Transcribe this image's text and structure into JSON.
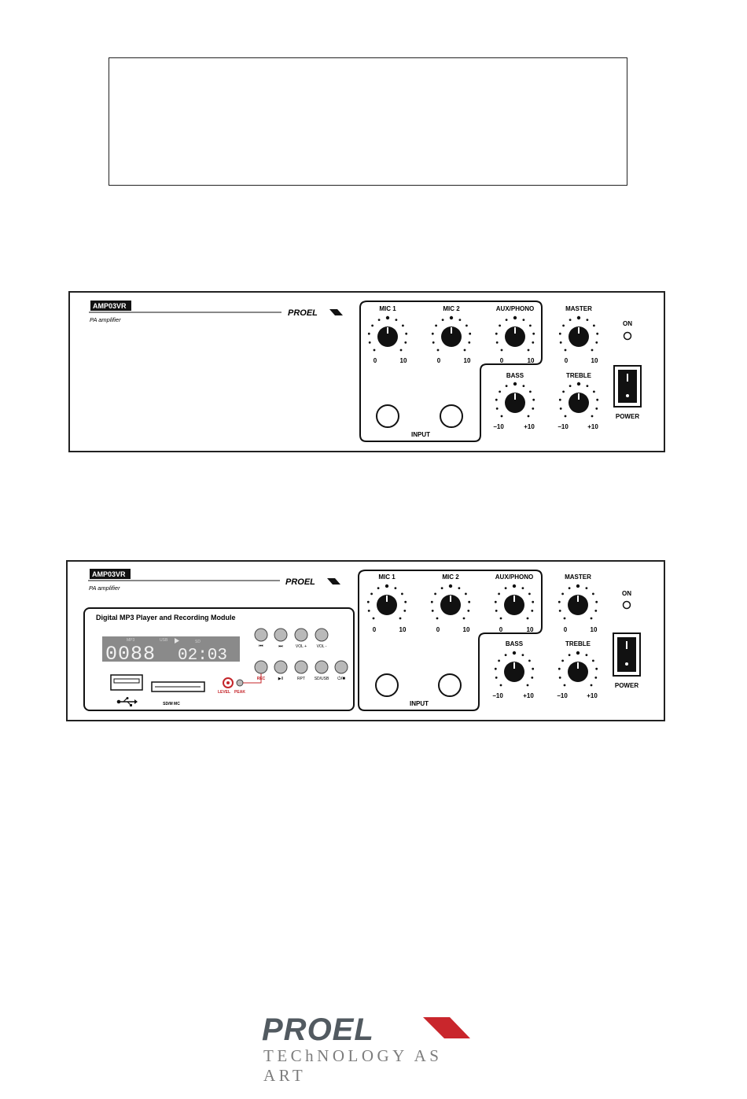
{
  "panels": [
    {
      "model": "AMP03VR",
      "subtitle": "PA amplifier",
      "brand": "PROEL",
      "channels": [
        {
          "label": "MIC 1",
          "min": "0",
          "max": "10"
        },
        {
          "label": "MIC 2",
          "min": "0",
          "max": "10"
        },
        {
          "label": "AUX/PHONO",
          "min": "0",
          "max": "10"
        },
        {
          "label": "MASTER",
          "min": "0",
          "max": "10"
        }
      ],
      "tone": [
        {
          "label": "BASS",
          "min": "−10",
          "max": "+10"
        },
        {
          "label": "TREBLE",
          "min": "−10",
          "max": "+10"
        }
      ],
      "input_label": "INPUT",
      "on_label": "ON",
      "power_label": "POWER"
    },
    {
      "model": "AMP03VR",
      "subtitle": "PA amplifier",
      "brand": "PROEL",
      "channels": [
        {
          "label": "MIC 1",
          "min": "0",
          "max": "10"
        },
        {
          "label": "MIC 2",
          "min": "0",
          "max": "10"
        },
        {
          "label": "AUX/PHONO",
          "min": "0",
          "max": "10"
        },
        {
          "label": "MASTER",
          "min": "0",
          "max": "10"
        }
      ],
      "tone": [
        {
          "label": "BASS",
          "min": "−10",
          "max": "+10"
        },
        {
          "label": "TREBLE",
          "min": "−10",
          "max": "+10"
        }
      ],
      "input_label": "INPUT",
      "on_label": "ON",
      "power_label": "POWER",
      "module": {
        "title": "Digital MP3 Player and Recording Module",
        "display_track": "0088",
        "display_time": "02:03",
        "display_mp3": "MP3",
        "display_usb": "USB",
        "display_sd": "SD",
        "buttons_row1": [
          "⏮",
          "⏭",
          "VOL +",
          "VOL -"
        ],
        "buttons_row2": [
          "REC",
          "▶II",
          "RPT",
          "SD/USB",
          "⏻/■"
        ],
        "usb_symbol": "usb-icon",
        "card_label": "SD/M MC",
        "level_label": "LEVEL",
        "peak_label": "PEAK"
      }
    }
  ],
  "footer": {
    "brand": "PROEL",
    "tagline": "TEChNOLOGY AS ART"
  },
  "colors": {
    "ink": "#111111",
    "brand_red": "#c9262c",
    "brand_gray": "#525a60",
    "display_bg": "#8a8a8a",
    "button_gray": "#b9b9b9",
    "rec_red": "#c4252a"
  }
}
